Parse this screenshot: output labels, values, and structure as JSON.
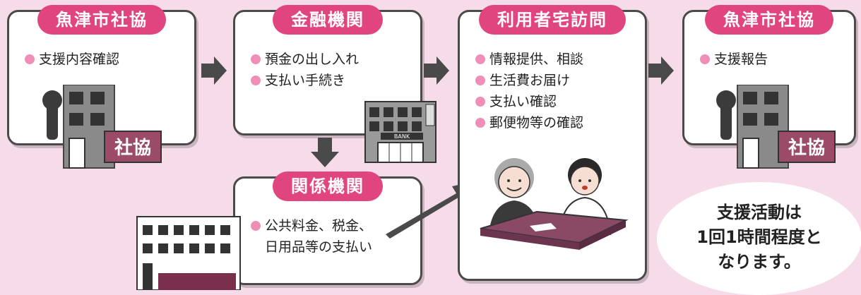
{
  "boxes": {
    "shakyo_left": {
      "title": "魚津市社協",
      "items": [
        "支援内容確認"
      ],
      "sign": "社協"
    },
    "bank": {
      "title": "金融機関",
      "items": [
        "預金の出し入れ",
        "支払い手続き"
      ],
      "sign": "BANK"
    },
    "related": {
      "title": "関係機関",
      "item_line1": "公共料金、税金、",
      "item_line2": "日用品等の支払い"
    },
    "visit": {
      "title": "利用者宅訪問",
      "items": [
        "情報提供、相談",
        "生活費お届け",
        "支払い確認",
        "郵便物等の確認"
      ]
    },
    "shakyo_right": {
      "title": "魚津市社協",
      "items": [
        "支援報告"
      ],
      "sign": "社協"
    }
  },
  "note": {
    "line1": "支援活動は",
    "line2": "1回1時間程度と",
    "line3": "なります。"
  },
  "colors": {
    "pill": "#e0457f",
    "dot": "#ef8fb8",
    "background": "#f6dce9",
    "arrow": "#4a4a4a"
  }
}
